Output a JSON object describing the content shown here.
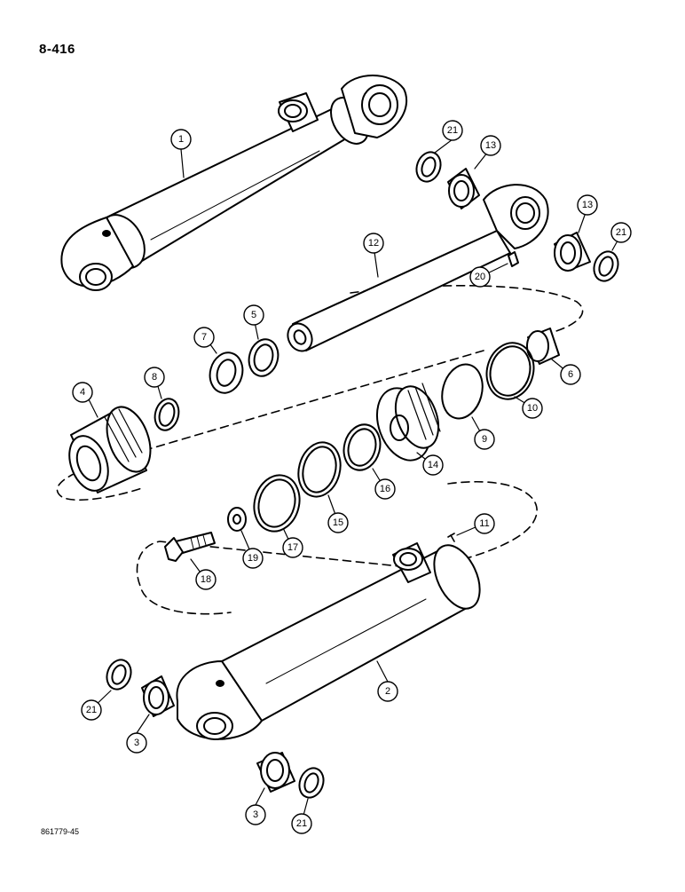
{
  "header": {
    "page_number": "8-416"
  },
  "footer": {
    "figure_code": "861779-45"
  },
  "callouts": [
    {
      "id": "c1",
      "label": "1"
    },
    {
      "id": "c2",
      "label": "2"
    },
    {
      "id": "c3a",
      "label": "3"
    },
    {
      "id": "c3b",
      "label": "3"
    },
    {
      "id": "c4",
      "label": "4"
    },
    {
      "id": "c5",
      "label": "5"
    },
    {
      "id": "c6",
      "label": "6"
    },
    {
      "id": "c7",
      "label": "7"
    },
    {
      "id": "c8",
      "label": "8"
    },
    {
      "id": "c9",
      "label": "9"
    },
    {
      "id": "c10",
      "label": "10"
    },
    {
      "id": "c11",
      "label": "11"
    },
    {
      "id": "c12",
      "label": "12"
    },
    {
      "id": "c13a",
      "label": "13"
    },
    {
      "id": "c13b",
      "label": "13"
    },
    {
      "id": "c14",
      "label": "14"
    },
    {
      "id": "c15",
      "label": "15"
    },
    {
      "id": "c16",
      "label": "16"
    },
    {
      "id": "c17",
      "label": "17"
    },
    {
      "id": "c18",
      "label": "18"
    },
    {
      "id": "c19",
      "label": "19"
    },
    {
      "id": "c20",
      "label": "20"
    },
    {
      "id": "c21a",
      "label": "21"
    },
    {
      "id": "c21b",
      "label": "21"
    },
    {
      "id": "c21c",
      "label": "21"
    },
    {
      "id": "c21d",
      "label": "21"
    }
  ]
}
